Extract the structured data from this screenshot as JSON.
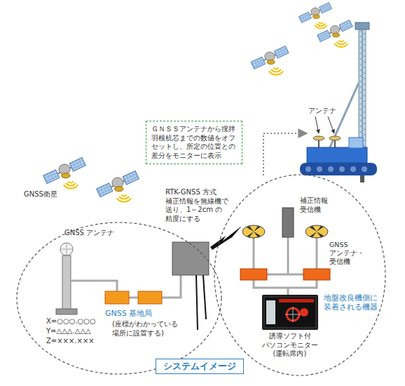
{
  "diagram": {
    "caption": "システムイメージ",
    "nodes": [
      {
        "text": [
          "ＧＮＳＳアンテナから撹拌 羽根杭芯までの数値をオフ セットし、所定の位置との 差分をモニターに表示"
        ]
      },
      {
        "text": [
          "GNSS 基地局",
          "(座標がわかっている 場所に設置する)"
        ]
      },
      {
        "text": [
          "地盤改良機側に 装着される機器"
        ]
      },
      {
        "text": [
          "誘導ソフト付 パソコンモニター (運転席内)"
        ],
        "in": 2
      }
    ],
    "labels": [
      "アンテナ",
      "GNSS衛星",
      "RTK-GNSS 方式 補正情報を無線機で 送り、1～2cm の 精度にする",
      "GNSS アンテナ",
      "X=○○○.○○○",
      "Y=△△△.△△△",
      "Z=×××.×××",
      "補正情報 受信機",
      "GNSS アンテナ・受信機"
    ]
  }
}
